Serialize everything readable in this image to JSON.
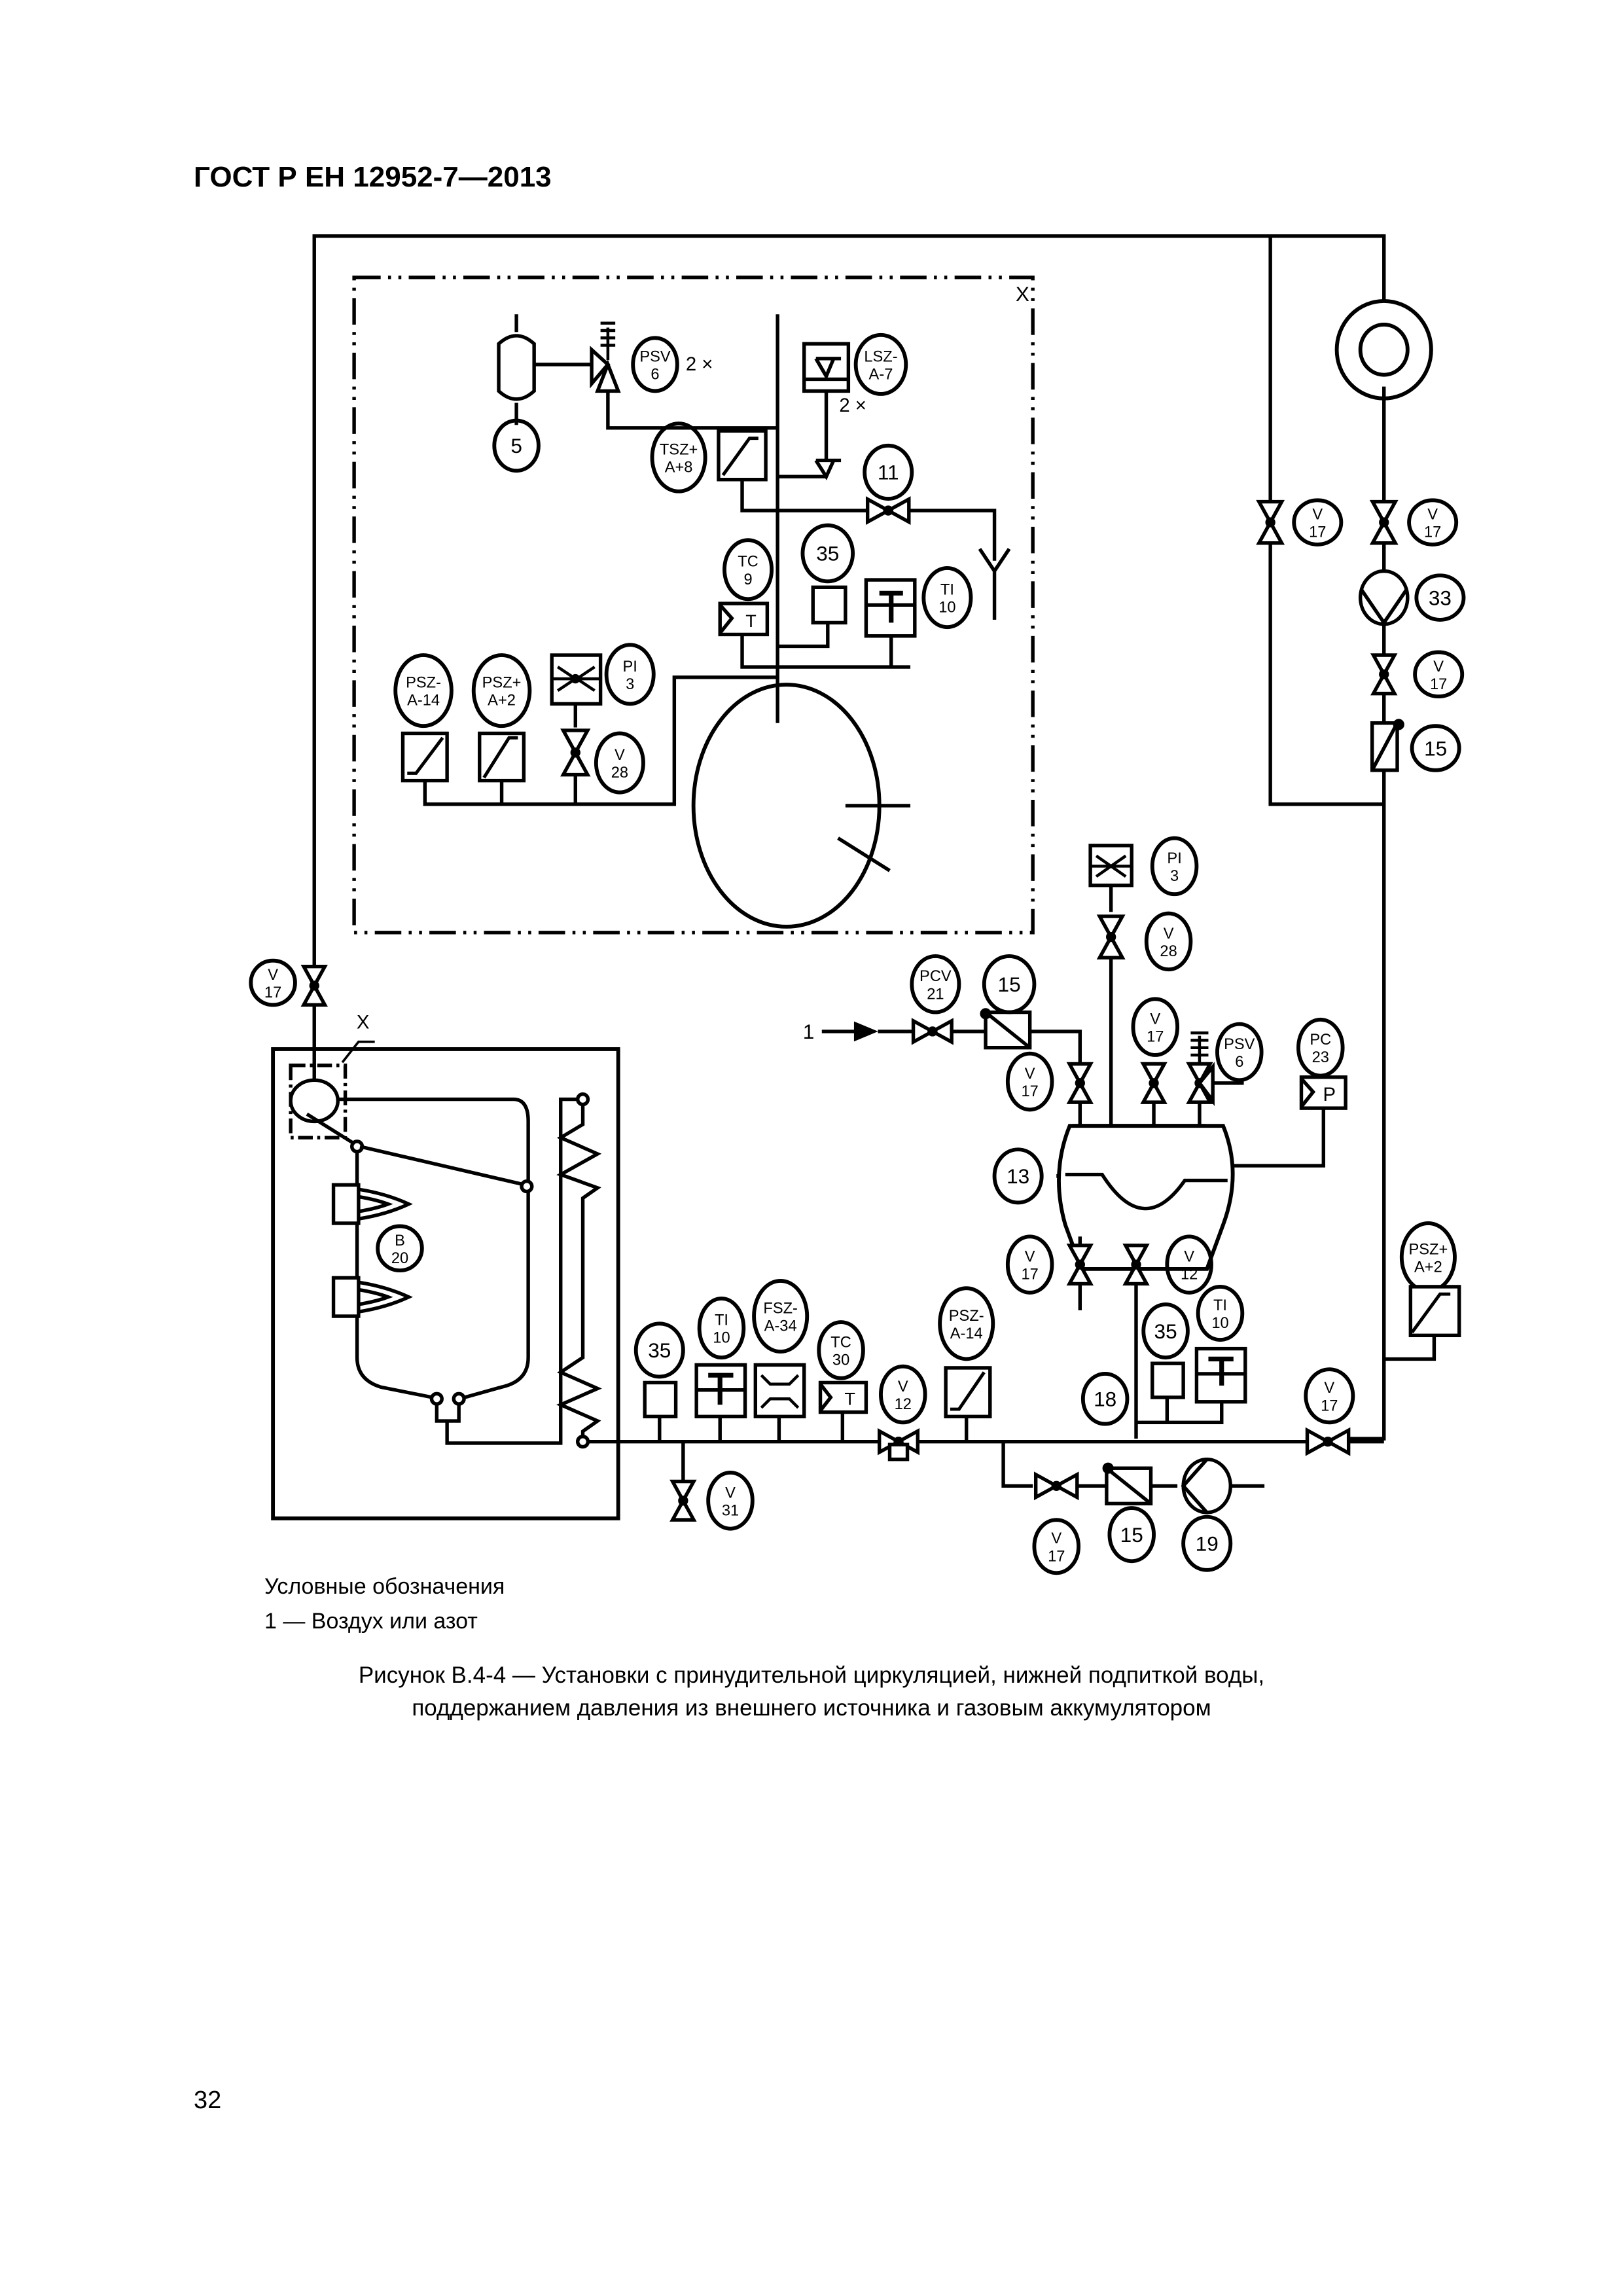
{
  "header": {
    "standard": "ГОСТ Р ЕН 12952-7—2013"
  },
  "diagram": {
    "frame_marker": "X",
    "boiler_marker": "X",
    "inlet_label": "1",
    "multiplier_psv": "2 ×",
    "multiplier_lsz": "2 ×",
    "tags": {
      "psv6_top": [
        "PSV",
        "6"
      ],
      "lsz_a7": [
        "LSZ-",
        "A-7"
      ],
      "vessel5": [
        "5"
      ],
      "tsz_a8": [
        "TSZ+",
        "A+8"
      ],
      "item11": [
        "11"
      ],
      "tc9": [
        "TC",
        "9"
      ],
      "item35_top": [
        "35"
      ],
      "ti10_top": [
        "TI",
        "10"
      ],
      "psz_a14_top": [
        "PSZ-",
        "A-14"
      ],
      "psz_a2_top": [
        "PSZ+",
        "A+2"
      ],
      "pi3_top": [
        "PI",
        "3"
      ],
      "v28_top": [
        "V",
        "28"
      ],
      "v17_r1": [
        "V",
        "17"
      ],
      "v17_r2": [
        "V",
        "17"
      ],
      "pump33": [
        "33"
      ],
      "v17_r3": [
        "V",
        "17"
      ],
      "filter15_r": [
        "15"
      ],
      "pi3_right": [
        "PI",
        "3"
      ],
      "v28_right": [
        "V",
        "28"
      ],
      "pcv21": [
        "PCV",
        "21"
      ],
      "filter15_in": [
        "15"
      ],
      "v17_in": [
        "V",
        "17"
      ],
      "v17_top_vessel": [
        "V",
        "17"
      ],
      "psv6_vessel": [
        "PSV",
        "6"
      ],
      "pc23": [
        "PC",
        "23"
      ],
      "vessel13": [
        "13"
      ],
      "v17_bot_vessel": [
        "V",
        "17"
      ],
      "v12_bot_vessel": [
        "V",
        "12"
      ],
      "psz_a2_right": [
        "PSZ+",
        "A+2"
      ],
      "v17_left": [
        "V",
        "17"
      ],
      "burner_b20": [
        "B",
        "20"
      ],
      "item35_bot": [
        "35"
      ],
      "ti10_bot": [
        "TI",
        "10"
      ],
      "fsz_a34": [
        "FSZ-",
        "A-34"
      ],
      "tc30": [
        "TC",
        "30"
      ],
      "v12_bot": [
        "V",
        "12"
      ],
      "psz_a14_bot": [
        "PSZ-",
        "A-14"
      ],
      "item18": [
        "18"
      ],
      "item35_r": [
        "35"
      ],
      "ti10_r": [
        "TI",
        "10"
      ],
      "v17_ret": [
        "V",
        "17"
      ],
      "v31": [
        "V",
        "31"
      ],
      "v17_feed": [
        "V",
        "17"
      ],
      "filter15_feed": [
        "15"
      ],
      "pump19": [
        "19"
      ]
    },
    "box_letters": {
      "tc_t": "T",
      "pc_p": "P",
      "tc30_t": "T"
    }
  },
  "legend": {
    "title": "Условные обозначения",
    "items": [
      "1 — Воздух или азот"
    ]
  },
  "caption": {
    "line1": "Рисунок  В.4-4 — Установки с принудительной циркуляцией, нижней подпиткой воды,",
    "line2": "поддержанием давления из внешнего источника и газовым аккумулятором"
  },
  "page_number": "32"
}
